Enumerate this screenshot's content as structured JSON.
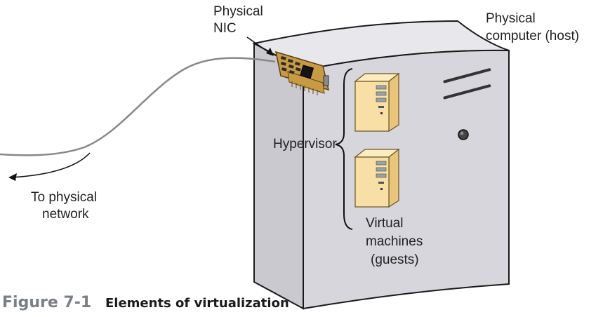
{
  "labels": {
    "nic": [
      "Physical",
      "NIC"
    ],
    "host": [
      "Physical",
      "computer (host)"
    ],
    "hypervisor": "Hypervisor",
    "network": [
      "To physical",
      "network"
    ],
    "vms": [
      "Virtual",
      "machines",
      "(guests)"
    ]
  },
  "caption": {
    "number": "Figure 7-1",
    "text": "Elements of virtualization"
  },
  "colors": {
    "caption_number": "#7a7f85",
    "caption_text": "#1a1a1a",
    "case_side": "#d8d8de",
    "case_front": "#c8c8ce",
    "case_top": "#e8e8ec",
    "guest_tower": "#f7dfa6",
    "nic_board": "#c89a45"
  }
}
